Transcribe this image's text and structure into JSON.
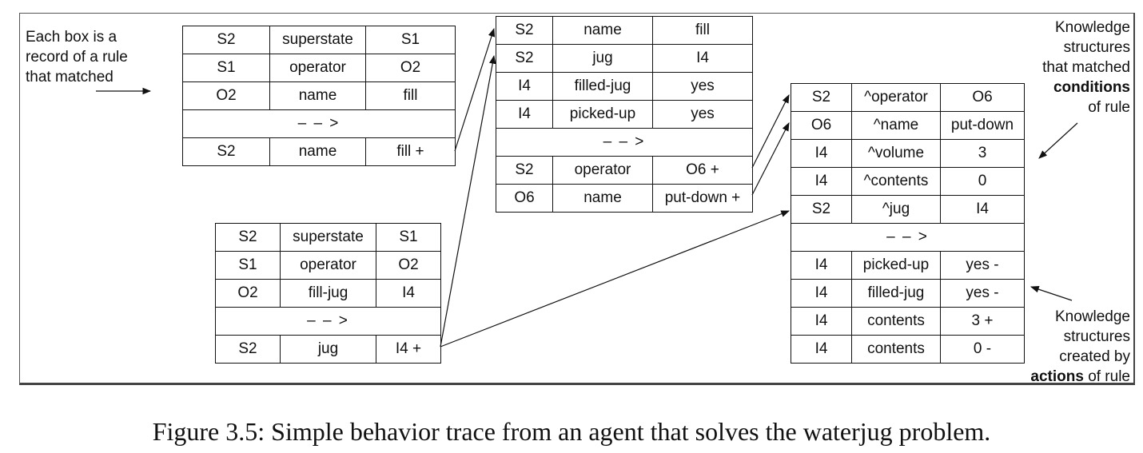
{
  "annotations": {
    "left_lines": [
      "Each box is a",
      "record of a rule",
      "that matched"
    ],
    "top_right_lines": [
      "Knowledge",
      "structures",
      "that matched"
    ],
    "top_right_bold": "conditions",
    "top_right_tail": "of rule",
    "bottom_right_lines": [
      "Knowledge",
      "structures",
      "created by"
    ],
    "bottom_right_bold": "actions",
    "bottom_right_tail": "of rule"
  },
  "rules": [
    {
      "id": "rule1",
      "conditions": [
        [
          "S2",
          "superstate",
          "S1"
        ],
        [
          "S1",
          "operator",
          "O2"
        ],
        [
          "O2",
          "name",
          "fill"
        ]
      ],
      "separator": "– – >",
      "actions": [
        [
          "S2",
          "name",
          "fill +"
        ]
      ]
    },
    {
      "id": "rule2",
      "conditions": [
        [
          "S2",
          "superstate",
          "S1"
        ],
        [
          "S1",
          "operator",
          "O2"
        ],
        [
          "O2",
          "fill-jug",
          "I4"
        ]
      ],
      "separator": "– – >",
      "actions": [
        [
          "S2",
          "jug",
          "I4 +"
        ]
      ]
    },
    {
      "id": "rule3",
      "conditions": [
        [
          "S2",
          "name",
          "fill"
        ],
        [
          "S2",
          "jug",
          "I4"
        ],
        [
          "I4",
          "filled-jug",
          "yes"
        ],
        [
          "I4",
          "picked-up",
          "yes"
        ]
      ],
      "separator": "– – >",
      "actions": [
        [
          "S2",
          "operator",
          "O6 +"
        ],
        [
          "O6",
          "name",
          "put-down +"
        ]
      ]
    },
    {
      "id": "rule4",
      "conditions": [
        [
          "S2",
          "^operator",
          "O6"
        ],
        [
          "O6",
          "^name",
          "put-down"
        ],
        [
          "I4",
          "^volume",
          "3"
        ],
        [
          "I4",
          "^contents",
          "0"
        ],
        [
          "S2",
          "^jug",
          "I4"
        ]
      ],
      "separator": "– – >",
      "actions": [
        [
          "I4",
          "picked-up",
          "yes -"
        ],
        [
          "I4",
          "filled-jug",
          "yes -"
        ],
        [
          "I4",
          "contents",
          "3 +"
        ],
        [
          "I4",
          "contents",
          "0 -"
        ]
      ]
    }
  ],
  "caption": "Figure 3.5: Simple behavior trace from an agent that solves the waterjug problem."
}
